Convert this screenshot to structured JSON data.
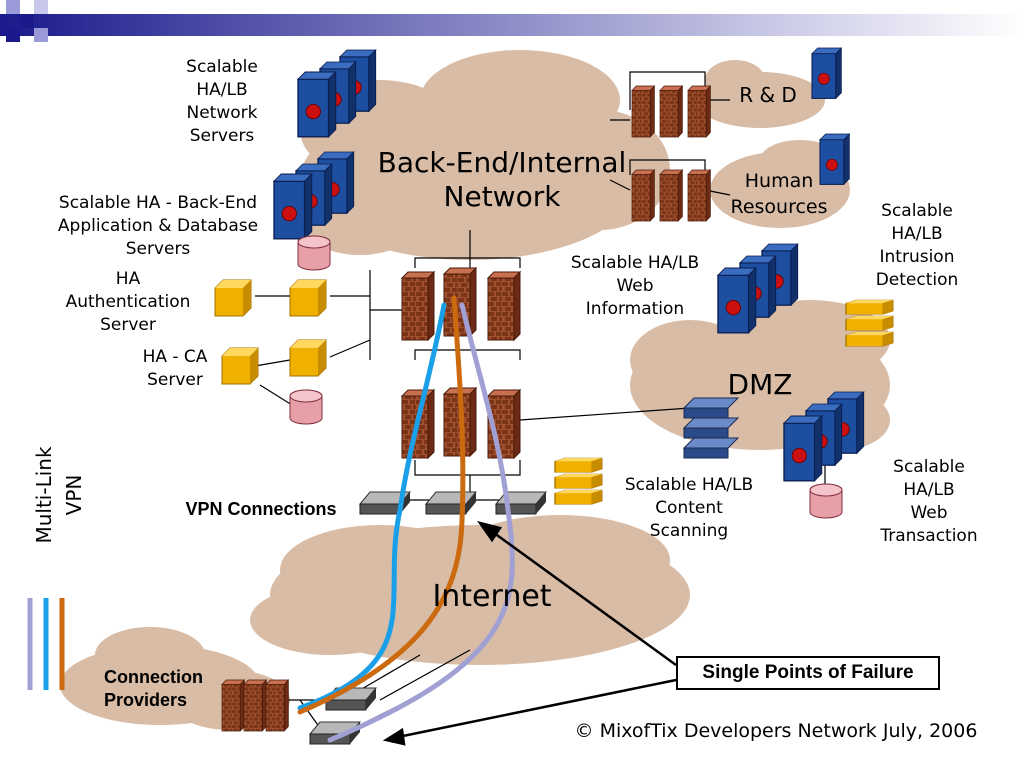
{
  "header_bar": {
    "gradient_from": "#1a1a8c",
    "gradient_to": "#ffffff"
  },
  "colors": {
    "cloud": "#d9bca6",
    "link_light_blue": "#1aa0e8",
    "link_orange": "#cc6a10",
    "link_lavender": "#a0a0d4",
    "server": "#1e4ea0",
    "firewall_brick": "#9a4a2a",
    "gold_box": "#f0b000"
  },
  "clouds": {
    "backend": [
      "Back-End/Internal",
      "Network"
    ],
    "rd": "R & D",
    "hr": [
      "Human",
      "Resources"
    ],
    "dmz": "DMZ",
    "internet": "Internet"
  },
  "labels": {
    "network_servers": [
      "Scalable",
      "HA/LB",
      "Network",
      "Servers"
    ],
    "app_db_servers": [
      "Scalable HA - Back-End",
      "Application & Database",
      "Servers"
    ],
    "auth_server": [
      "HA",
      "Authentication",
      "Server"
    ],
    "ca_server": [
      "HA - CA",
      "Server"
    ],
    "web_information": [
      "Scalable HA/LB",
      "Web",
      "Information"
    ],
    "intrusion_detection": [
      "Scalable",
      "HA/LB",
      "Intrusion",
      "Detection"
    ],
    "content_scanning": [
      "Scalable HA/LB",
      "Content",
      "Scanning"
    ],
    "web_transaction": [
      "Scalable",
      "HA/LB",
      "Web",
      "Transaction"
    ],
    "vpn_connections": "VPN Connections",
    "connection_providers": [
      "Connection",
      "Providers"
    ],
    "multi_link_vpn": "Multi-Link VPN",
    "single_points_of_failure": "Single Points of Failure",
    "copyright": "© MixofTix Developers Network July, 2006"
  }
}
